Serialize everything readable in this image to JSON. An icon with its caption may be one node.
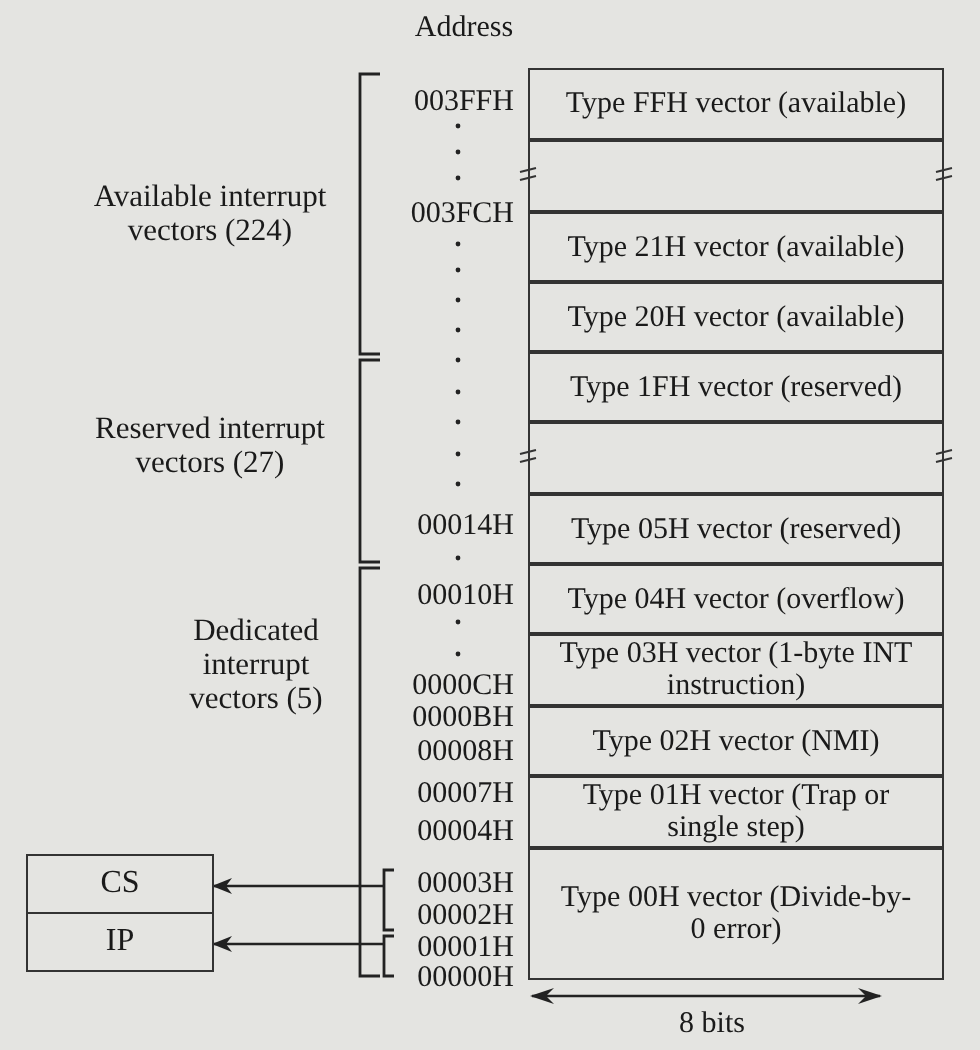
{
  "diagram": {
    "nodes": [
      {
        "text": [
          "Type FFH vector (available)"
        ]
      },
      {
        "text": [],
        "shape": "box"
      },
      {
        "text": [
          "Type 21H vector (available)"
        ]
      },
      {
        "text": [
          "Type 20H vector (available)"
        ]
      },
      {
        "text": [
          "Type 1FH vector (reserved)"
        ]
      },
      {
        "text": [],
        "shape": "box"
      },
      {
        "text": [
          "Type 05H vector (reserved)"
        ]
      },
      {
        "text": [
          "Type 04H vector (overflow)"
        ]
      },
      {
        "text": [
          "Type 03H vector (1-byte INT instruction)"
        ]
      },
      {
        "text": [
          "Type 02H vector (NMI)"
        ]
      },
      {
        "text": [
          "Type 01H vector (Trap or single step)"
        ]
      },
      {
        "text": [
          "Type 00H vector (Divide-by-0 error)"
        ]
      },
      {
        "text": [
          "CS"
        ]
      },
      {
        "text": [
          "IP"
        ]
      }
    ],
    "edges": [
      {
        "from": null,
        "to": 12,
        "arrow": "to"
      },
      {
        "from": null,
        "to": 13,
        "arrow": "to"
      }
    ],
    "labels": [
      "Address",
      "003FFH",
      "Available interrupt vectors (224)",
      "003FCH",
      "Reserved interrupt vectors (27)",
      "00014H",
      "00010H",
      "Dedicated interrupt vectors (5)",
      "0000CH",
      "0000BH",
      "00008H",
      "00007H",
      "00004H",
      "00003H",
      "00002H",
      "00001H",
      "00000H",
      "8 bits"
    ]
  }
}
